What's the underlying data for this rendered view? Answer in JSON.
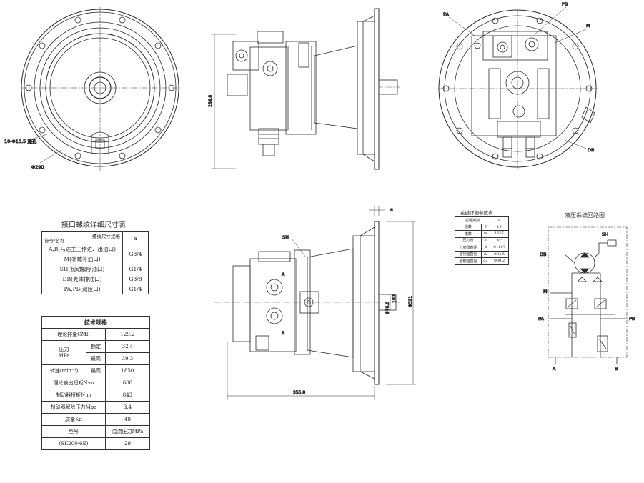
{
  "views": {
    "front": {
      "bolt_holes": "10-Φ15.5 通孔",
      "diameter": "Φ290"
    },
    "side": {
      "height_dim": "284.8"
    },
    "rear": {
      "labels": [
        "PA",
        "PB",
        "M",
        "DB"
      ]
    },
    "section": {
      "sh_label": "SH",
      "port_a": "A",
      "port_b": "B",
      "flange_thk": "6",
      "shaft_dim": "Φ76.6",
      "flange_dim": "Φ321",
      "length_dim": "355.8",
      "small_dim": "180"
    }
  },
  "thread_table": {
    "title": "接口螺纹详细尺寸表",
    "header_top": "螺纹尺寸规格",
    "header_bottom": "符号/名称",
    "header_col": "a",
    "rows": [
      {
        "name": "A,B(马达主工作进、出油口)",
        "value": "G3/4"
      },
      {
        "name": "M(补载补油口)",
        "value": ""
      },
      {
        "name": "SH(制动解除油口)",
        "value": "G1/4"
      },
      {
        "name": "DB(壳体排油口)",
        "value": "G3/8"
      },
      {
        "name": "PA,PB(测压口)",
        "value": "G1/4"
      }
    ]
  },
  "tech_table": {
    "title": "技术规格",
    "displacement_label": "理论排量CMF",
    "displacement_value": "129.2",
    "pressure_label": "压力\nMPa",
    "rated_label": "额定",
    "rated_value": "32.4",
    "max_label": "最高",
    "max_value": "39.3",
    "speed_label": "转速(min⁻¹)",
    "speed_sub": "最高",
    "speed_value": "1850",
    "torque_label": "理论输出扭矩N·m",
    "torque_value": "680",
    "brake_torque_label": "制动器扭矩N·m",
    "brake_torque_value": "843",
    "brake_release_label": "制动器解除压力Mpa",
    "brake_release_value": "3.4",
    "mass_label": "质量Kg",
    "mass_value": "48",
    "model_label": "型号",
    "relief_label": "溢流压力MPa",
    "model_value": "(SK200-6E)",
    "relief_value": "29"
  },
  "spline_table": {
    "title": "花键详细参数表",
    "header_name": "花键类别",
    "header_val": "a",
    "rows": [
      {
        "name": "齿数",
        "sym": "Z",
        "value": "19"
      },
      {
        "name": "模数",
        "sym": "m",
        "value": "1667"
      },
      {
        "name": "压力角",
        "sym": "α",
        "value": "30°"
      },
      {
        "name": "分度圆直径",
        "sym": "d",
        "value": "Φ1667"
      },
      {
        "name": "齿顶圆直径",
        "sym": "dₐ",
        "value": "Φ34.5"
      },
      {
        "name": "齿根圆直径",
        "sym": "dₘ",
        "value": "Φ30.2"
      }
    ]
  },
  "circuit": {
    "title": "液压系统回路图",
    "labels": {
      "sh": "SH",
      "db": "DB",
      "m": "M",
      "pa": "PA",
      "pb": "PB",
      "a": "A",
      "b": "B"
    }
  }
}
